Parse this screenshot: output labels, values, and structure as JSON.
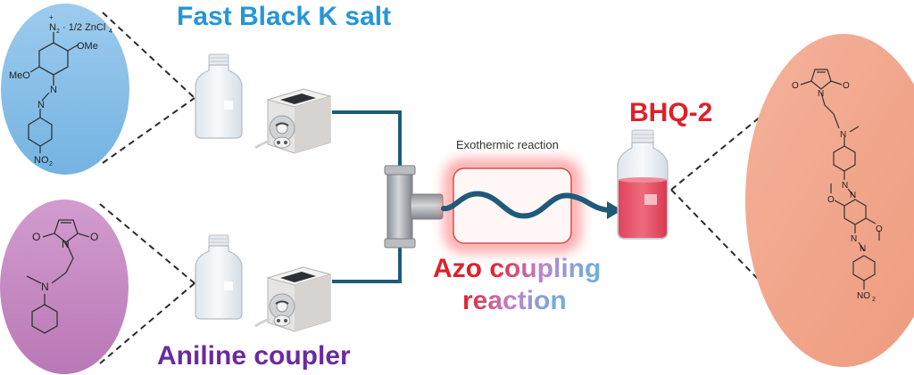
{
  "labels": {
    "reagent_a": "Fast Black K salt",
    "reagent_b": "Aniline coupler",
    "product": "BHQ-2",
    "reactor_note": "Exothermic reaction",
    "reaction_line1_word1": "Azo",
    "reaction_line1_word2": "coupling",
    "reaction_line2": "reaction"
  },
  "structures": {
    "fast_black_k": {
      "diazonium": "N",
      "diazonium_sub": "2",
      "counterion": "· 1/2 ZnCl",
      "counterion_sub": "4",
      "ome_right": "OMe",
      "ome_left": "MeO",
      "azo_n1": "N",
      "azo_n2": "N",
      "nitro": "NO",
      "nitro_sub": "2"
    },
    "aniline_coupler": {
      "o_left": "O",
      "o_right": "O",
      "n_imide": "N",
      "n_amine": "N"
    },
    "bhq2": {
      "o_left": "O",
      "o_right": "O",
      "n_imide": "N",
      "n_amine": "N",
      "azo1_n1": "N",
      "azo1_n2": "N",
      "o_methoxy1": "O",
      "o_methoxy2": "O",
      "azo2_n1": "N",
      "azo2_n2": "N",
      "nitro": "NO",
      "nitro_sub": "2"
    }
  },
  "colors": {
    "reagent_a_title": "#2596d6",
    "reagent_b_title": "#6a2aa0",
    "product_title": "#e0202a",
    "ellipse_a": "#8fc3e8",
    "ellipse_b": "#c98ac4",
    "ellipse_product": "#f2a98e",
    "tubing": "#1f5a78",
    "reactor_glow": "#ff4d4d",
    "product_liquid": "#e2475f"
  }
}
